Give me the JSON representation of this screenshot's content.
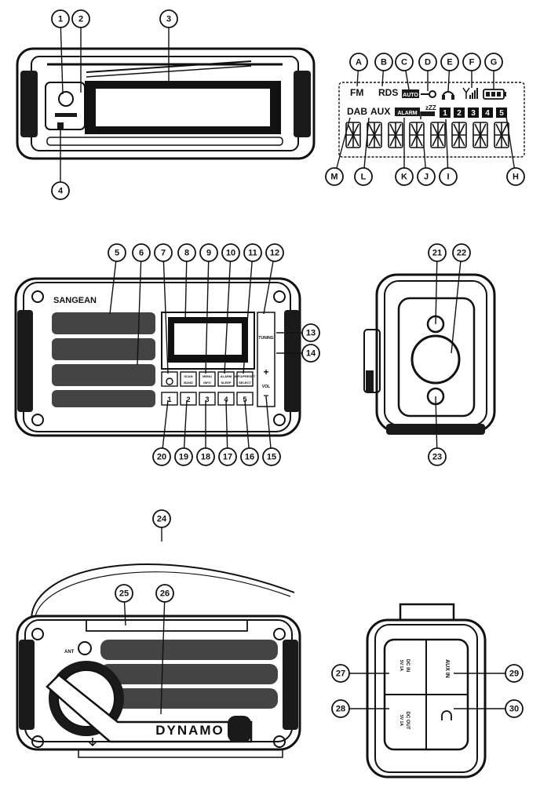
{
  "callouts_numbered": [
    {
      "id": "c1",
      "label": "1"
    },
    {
      "id": "c2",
      "label": "2"
    },
    {
      "id": "c3",
      "label": "3"
    },
    {
      "id": "c4",
      "label": "4"
    },
    {
      "id": "c5",
      "label": "5"
    },
    {
      "id": "c6",
      "label": "6"
    },
    {
      "id": "c7",
      "label": "7"
    },
    {
      "id": "c8",
      "label": "8"
    },
    {
      "id": "c9",
      "label": "9"
    },
    {
      "id": "c10",
      "label": "10"
    },
    {
      "id": "c11",
      "label": "11"
    },
    {
      "id": "c12",
      "label": "12"
    },
    {
      "id": "c13",
      "label": "13"
    },
    {
      "id": "c14",
      "label": "14"
    },
    {
      "id": "c15",
      "label": "15"
    },
    {
      "id": "c16",
      "label": "16"
    },
    {
      "id": "c17",
      "label": "17"
    },
    {
      "id": "c18",
      "label": "18"
    },
    {
      "id": "c19",
      "label": "19"
    },
    {
      "id": "c20",
      "label": "20"
    },
    {
      "id": "c21",
      "label": "21"
    },
    {
      "id": "c22",
      "label": "22"
    },
    {
      "id": "c23",
      "label": "23"
    },
    {
      "id": "c24",
      "label": "24"
    },
    {
      "id": "c25",
      "label": "25"
    },
    {
      "id": "c26",
      "label": "26"
    },
    {
      "id": "c27",
      "label": "27"
    },
    {
      "id": "c28",
      "label": "28"
    },
    {
      "id": "c29",
      "label": "29"
    },
    {
      "id": "c30",
      "label": "30"
    }
  ],
  "callouts_lettered": [
    {
      "id": "cA",
      "label": "A"
    },
    {
      "id": "cB",
      "label": "B"
    },
    {
      "id": "cC",
      "label": "C"
    },
    {
      "id": "cD",
      "label": "D"
    },
    {
      "id": "cE",
      "label": "E"
    },
    {
      "id": "cF",
      "label": "F"
    },
    {
      "id": "cG",
      "label": "G"
    },
    {
      "id": "cH",
      "label": "H"
    },
    {
      "id": "cI",
      "label": "I"
    },
    {
      "id": "cJ",
      "label": "J"
    },
    {
      "id": "cK",
      "label": "K"
    },
    {
      "id": "cL",
      "label": "L"
    },
    {
      "id": "cM",
      "label": "M"
    }
  ],
  "lcd": {
    "fm": "FM",
    "rds": "RDS",
    "auto": "AUTO",
    "dab": "DAB",
    "aux": "AUX",
    "alarm": "ALARM",
    "zzz": "zZZ",
    "presets": [
      "1",
      "2",
      "3",
      "4",
      "5"
    ]
  },
  "front": {
    "brand": "SANGEAN",
    "tuning": "TUNING",
    "vol": "VOL",
    "vol_plus": "+",
    "vol_minus": "−",
    "top_buttons": [
      "",
      "SCAN",
      "MENU",
      "ALARM",
      "INFO/PRESET"
    ],
    "top_sub": [
      "",
      "BAND",
      "INFO",
      "SLEEP",
      "SELECT"
    ],
    "preset_buttons": [
      "1",
      "2",
      "3",
      "4",
      "5"
    ]
  },
  "back": {
    "ant": "ANT",
    "dynamo": "DYNAMO",
    "dc_in": "DC IN",
    "dc_in_spec": "5V 1A",
    "aux_in": "AUX IN",
    "dc_out": "DC OUT",
    "dc_out_spec": "5V 1A"
  }
}
